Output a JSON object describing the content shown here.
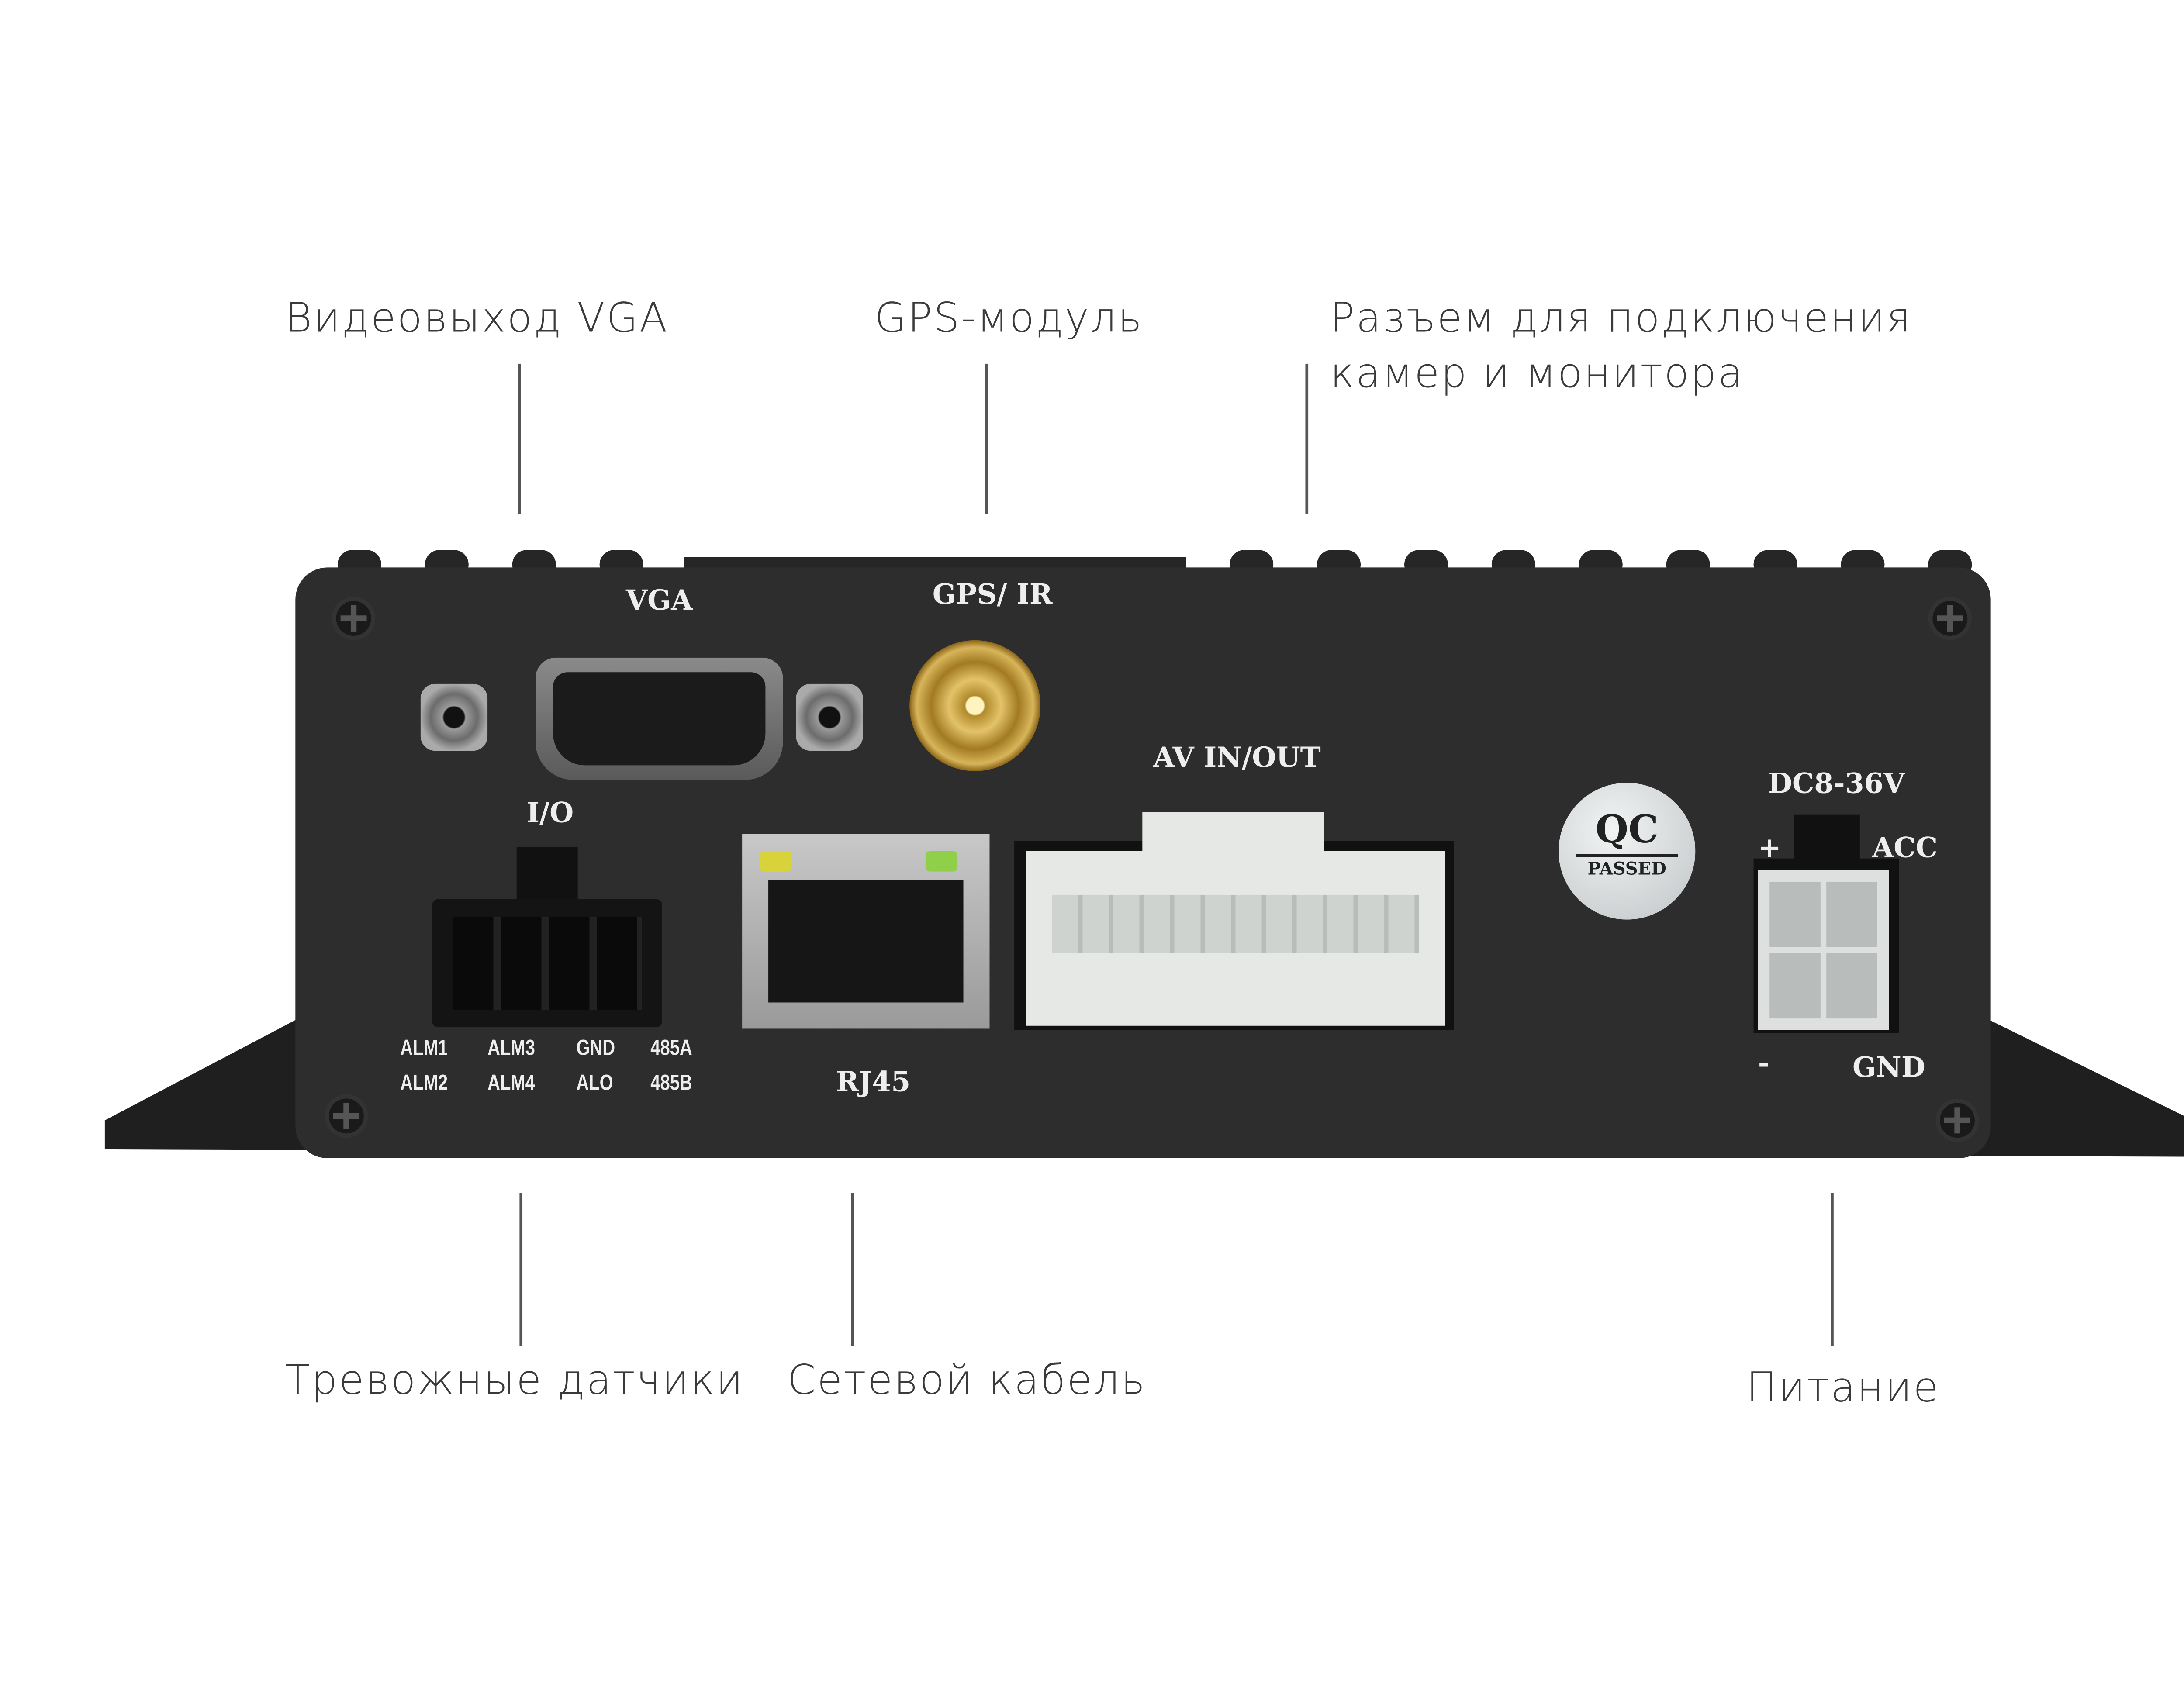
{
  "callouts": {
    "vga": "Видеовыход VGA",
    "gps": "GPS-модуль",
    "av_line1": "Разъем для подключения",
    "av_line2": "камер и монитора",
    "alarm": "Тревожные датчики",
    "network": "Сетевой кабель",
    "power": "Питание"
  },
  "panel": {
    "vga": "VGA",
    "gps_ir": "GPS/  IR",
    "io": "I/O",
    "io_pins_row1": [
      "ALM1",
      "ALM3",
      "GND",
      "485A"
    ],
    "io_pins_row2": [
      "ALM2",
      "ALM4",
      "ALO",
      "485B"
    ],
    "rj45": "RJ45",
    "av": "AV IN/OUT",
    "qc": "QC",
    "qc_passed": "PASSED",
    "dc": "DC8-36V",
    "plus": "+",
    "minus": "-",
    "acc": "ACC",
    "gnd": "GND"
  },
  "colors": {
    "body": "#2b2b2b",
    "gold": "#c9a23a",
    "led_yellow": "#d8d33a",
    "led_green": "#8fcf4a"
  }
}
